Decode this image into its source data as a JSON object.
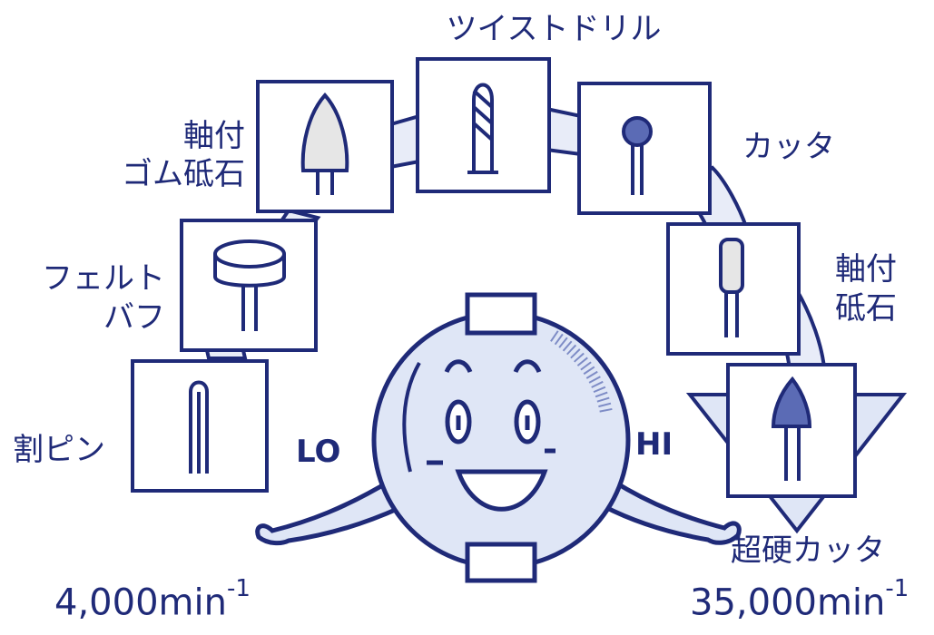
{
  "tools": {
    "twist_drill": "ツイストドリル",
    "cutter": "カッタ",
    "shaft_grindstone": [
      "軸付",
      "砥石"
    ],
    "rubber_grindstone": [
      "軸付",
      "ゴム砥石"
    ],
    "felt_buff": [
      "フェルト",
      "バフ"
    ],
    "split_pin": "割ピン",
    "carbide_cutter": "超硬カッタ"
  },
  "dial": {
    "lo": "LO",
    "hi": "HI"
  },
  "speed": {
    "low": {
      "value": "4,000",
      "unit": "min",
      "exp": "-1"
    },
    "high": {
      "value": "35,000",
      "unit": "min",
      "exp": "-1"
    }
  },
  "colors": {
    "ink": "#1f2a78",
    "fill": "#dfe6f6",
    "band": "#e8ecf8"
  }
}
